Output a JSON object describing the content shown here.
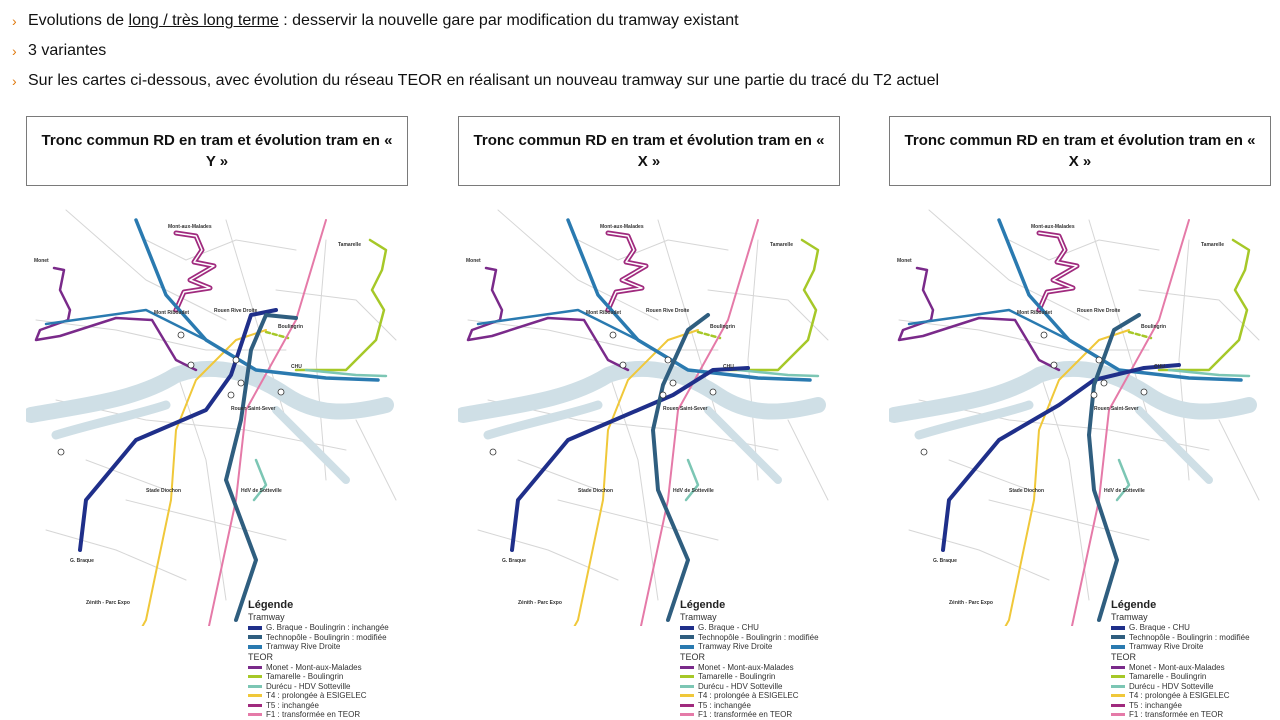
{
  "bullets": [
    {
      "pre": "Evolutions de ",
      "underline": "long / très long terme",
      "post": " : desservir la nouvelle gare par modification du tramway existant"
    },
    {
      "pre": "3 variantes",
      "underline": "",
      "post": ""
    },
    {
      "pre": "Sur les cartes ci-dessous, avec évolution du réseau TEOR en réalisant un nouveau tramway sur une partie du tracé du T2 actuel",
      "underline": "",
      "post": ""
    }
  ],
  "colors": {
    "bullet_chevron": "#e07a10",
    "tram_braque": "#1f2f8a",
    "tram_technopole": "#2f5e7f",
    "tram_rive_droite": "#2a7ab0",
    "teor_monet": "#7a2a8a",
    "teor_tamarelle": "#a6c828",
    "teor_durecu": "#7cc6b4",
    "teor_t4": "#f0c83a",
    "teor_t5": "#a02a7e",
    "teor_f1": "#e57aa8",
    "river": "#cfdfe6",
    "roads": "#d6d6d6"
  },
  "panels": [
    {
      "title": "Tronc commun RD en tram et évolution tram en « Y »",
      "legend": {
        "title": "Légende",
        "tram_heading": "Tramway",
        "tram_items": [
          "G. Braque - Boulingrin : inchangée",
          "Technopôle - Boulingrin : modifiée",
          "Tramway Rive Droite"
        ],
        "teor_heading": "TEOR",
        "teor_items": [
          "Monet - Mont-aux-Malades",
          "Tamarelle - Boulingrin",
          "Durécu - HDV Sotteville",
          "T4 : prolongée à ESIGELEC",
          "T5 : inchangée",
          "F1 : transformée en TEOR"
        ]
      },
      "places": {
        "monet": "Monet",
        "mont_aux_malades": "Mont-aux-Malades",
        "tamarelle": "Tamarelle",
        "mont_riboudet": "Mont Riboudet",
        "boulingrin": "Boulingrin",
        "chu": "CHU",
        "rouen_rive_droite": "Rouen Rive Droite",
        "stade_diochon": "Stade Diochon",
        "hdv": "HdV de Sotteville",
        "g_braque": "G. Braque",
        "zenith": "Zénith - Parc Expo",
        "rouen_saint_sever": "Rouen Saint-Sever"
      }
    },
    {
      "title": "Tronc commun RD en tram et évolution tram en « X »",
      "legend": {
        "title": "Légende",
        "tram_heading": "Tramway",
        "tram_items": [
          "G. Braque - CHU",
          "Technopôle - Boulingrin : modifiée",
          "Tramway Rive Droite"
        ],
        "teor_heading": "TEOR",
        "teor_items": [
          "Monet - Mont-aux-Malades",
          "Tamarelle - Boulingrin",
          "Durécu - HDV Sotteville",
          "T4 : prolongée à ESIGELEC",
          "T5 : inchangée",
          "F1 : transformée en TEOR"
        ]
      },
      "places": {
        "monet": "Monet",
        "mont_aux_malades": "Mont-aux-Malades",
        "tamarelle": "Tamarelle",
        "mont_riboudet": "Mont Riboudet",
        "boulingrin": "Boulingrin",
        "chu": "CHU",
        "rouen_rive_droite": "Rouen Rive Droite",
        "stade_diochon": "Stade Diochon",
        "hdv": "HdV de Sotteville",
        "g_braque": "G. Braque",
        "zenith": "Zénith - Parc Expo",
        "rouen_saint_sever": "Rouen Saint-Sever"
      }
    },
    {
      "title": "Tronc commun RD en tram et évolution tram en « X »",
      "legend": {
        "title": "Légende",
        "tram_heading": "Tramway",
        "tram_items": [
          "G. Braque - CHU",
          "Technopôle - Boulingrin : modifiée",
          "Tramway Rive Droite"
        ],
        "teor_heading": "TEOR",
        "teor_items": [
          "Monet - Mont-aux-Malades",
          "Tamarelle - Boulingrin",
          "Durécu - HDV Sotteville",
          "T4 : prolongée à ESIGELEC",
          "T5 : inchangée",
          "F1 : transformée en TEOR"
        ]
      },
      "places": {
        "monet": "Monet",
        "mont_aux_malades": "Mont-aux-Malades",
        "tamarelle": "Tamarelle",
        "mont_riboudet": "Mont Riboudet",
        "boulingrin": "Boulingrin",
        "chu": "CHU",
        "rouen_rive_droite": "Rouen Rive Droite",
        "stade_diochon": "Stade Diochon",
        "hdv": "HdV de Sotteville",
        "g_braque": "G. Braque",
        "zenith": "Zénith - Parc Expo",
        "rouen_saint_sever": "Rouen Saint-Sever"
      }
    }
  ]
}
